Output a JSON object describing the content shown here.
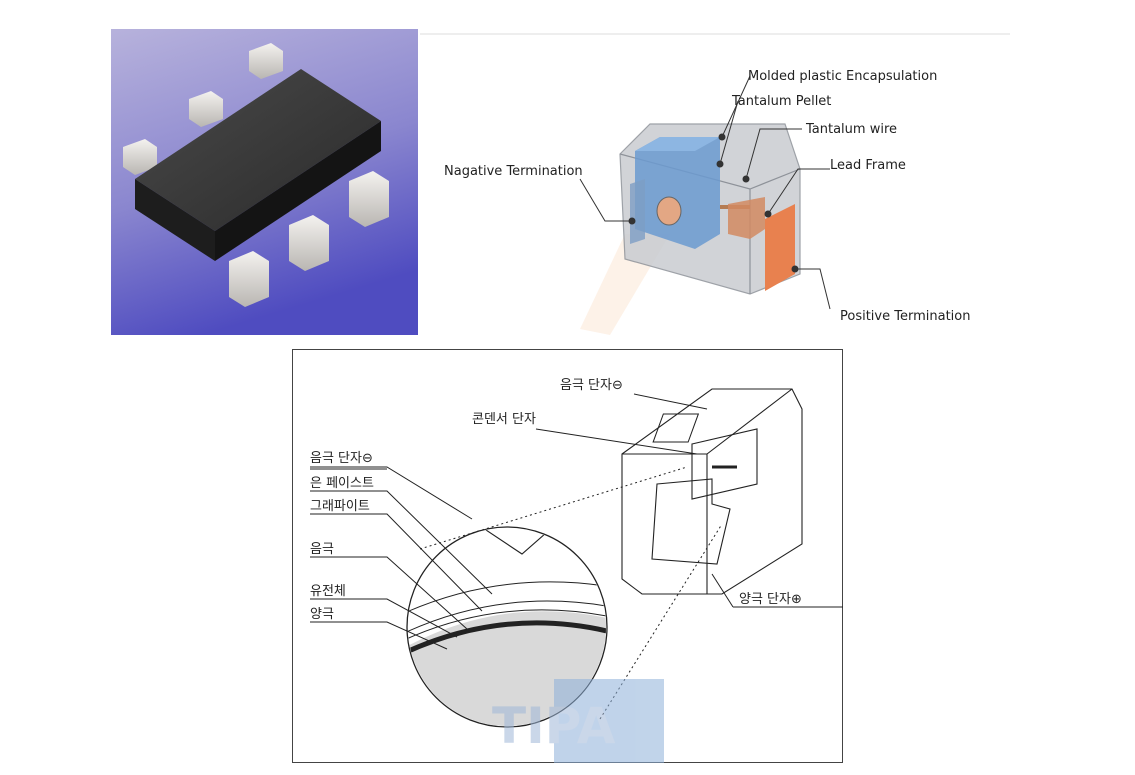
{
  "cutaway": {
    "labels": {
      "encapsulation": "Molded plastic Encapsulation",
      "pellet": "Tantalum Pellet",
      "wire": "Tantalum wire",
      "lead_frame": "Lead Frame",
      "negative": "Nagative Termination",
      "positive": "Positive Termination"
    }
  },
  "section": {
    "labels": {
      "top_cathode_terminal": "음극 단자⊖",
      "condenser_terminal": "콘덴서 단자",
      "cathode_terminal": "음극 단자⊖",
      "silver_paste": "은 페이스트",
      "graphite": "그래파이트",
      "cathode": "음극",
      "dielectric": "유전체",
      "anode": "양극",
      "anode_terminal": "양극 단자⊕"
    },
    "watermark": "TIPA"
  },
  "colors": {
    "photo_bg_top": "#a9a3d3",
    "photo_bg_bottom": "#5b58c4",
    "chip_body": "#3a3a3a",
    "pellet_blue": "#5e90c8",
    "positive_orange": "#e8814f",
    "watermark_blue": "#8eb0d9"
  }
}
